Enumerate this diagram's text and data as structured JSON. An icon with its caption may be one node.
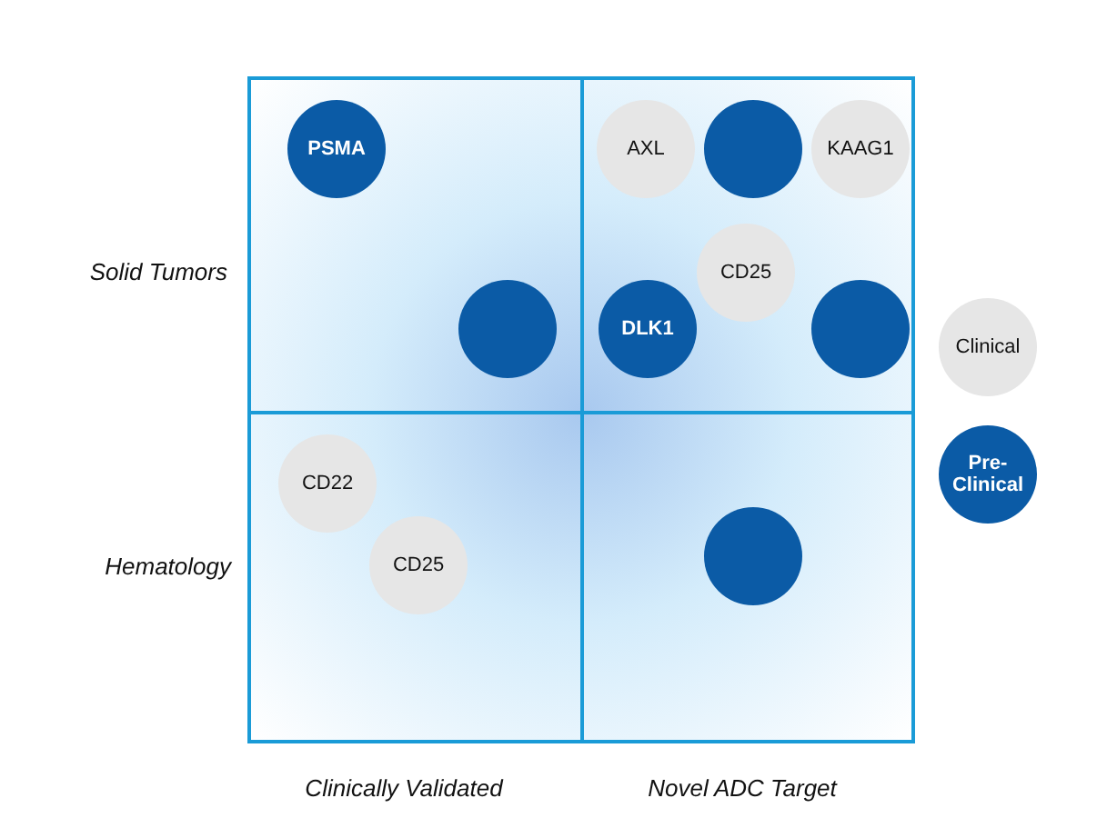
{
  "diagram": {
    "nodes": [
      {
        "text": [],
        "shape": "box"
      },
      {
        "text": [
          "PSMA"
        ],
        "in": 0
      },
      {
        "text": [],
        "shape": "circle",
        "in": 0
      },
      {
        "text": [],
        "shape": "box"
      },
      {
        "text": [
          "AXL"
        ],
        "in": 3
      },
      {
        "text": [],
        "shape": "circle",
        "in": 3
      },
      {
        "text": [
          "KAAG1"
        ],
        "in": 3
      },
      {
        "text": [
          "CD25"
        ],
        "in": 3
      },
      {
        "text": [
          "DLK1"
        ],
        "in": 3
      },
      {
        "text": [],
        "shape": "circle",
        "in": 3
      },
      {
        "text": [],
        "shape": "box"
      },
      {
        "text": [
          "CD22"
        ],
        "in": 10
      },
      {
        "text": [
          "CD25"
        ],
        "in": 10
      },
      {
        "text": [],
        "shape": "box"
      },
      {
        "text": [],
        "shape": "circle",
        "in": 13
      }
    ],
    "edges": [],
    "labels": [
      "Solid Tumors",
      "Hematology",
      "Clinically Validated",
      "Novel ADC Target"
    ],
    "legend": [
      {
        "text": "Clinical",
        "color": "#e6e6e6"
      },
      {
        "text": "Pre-Clinical",
        "color": "#0b5ba6"
      }
    ]
  }
}
